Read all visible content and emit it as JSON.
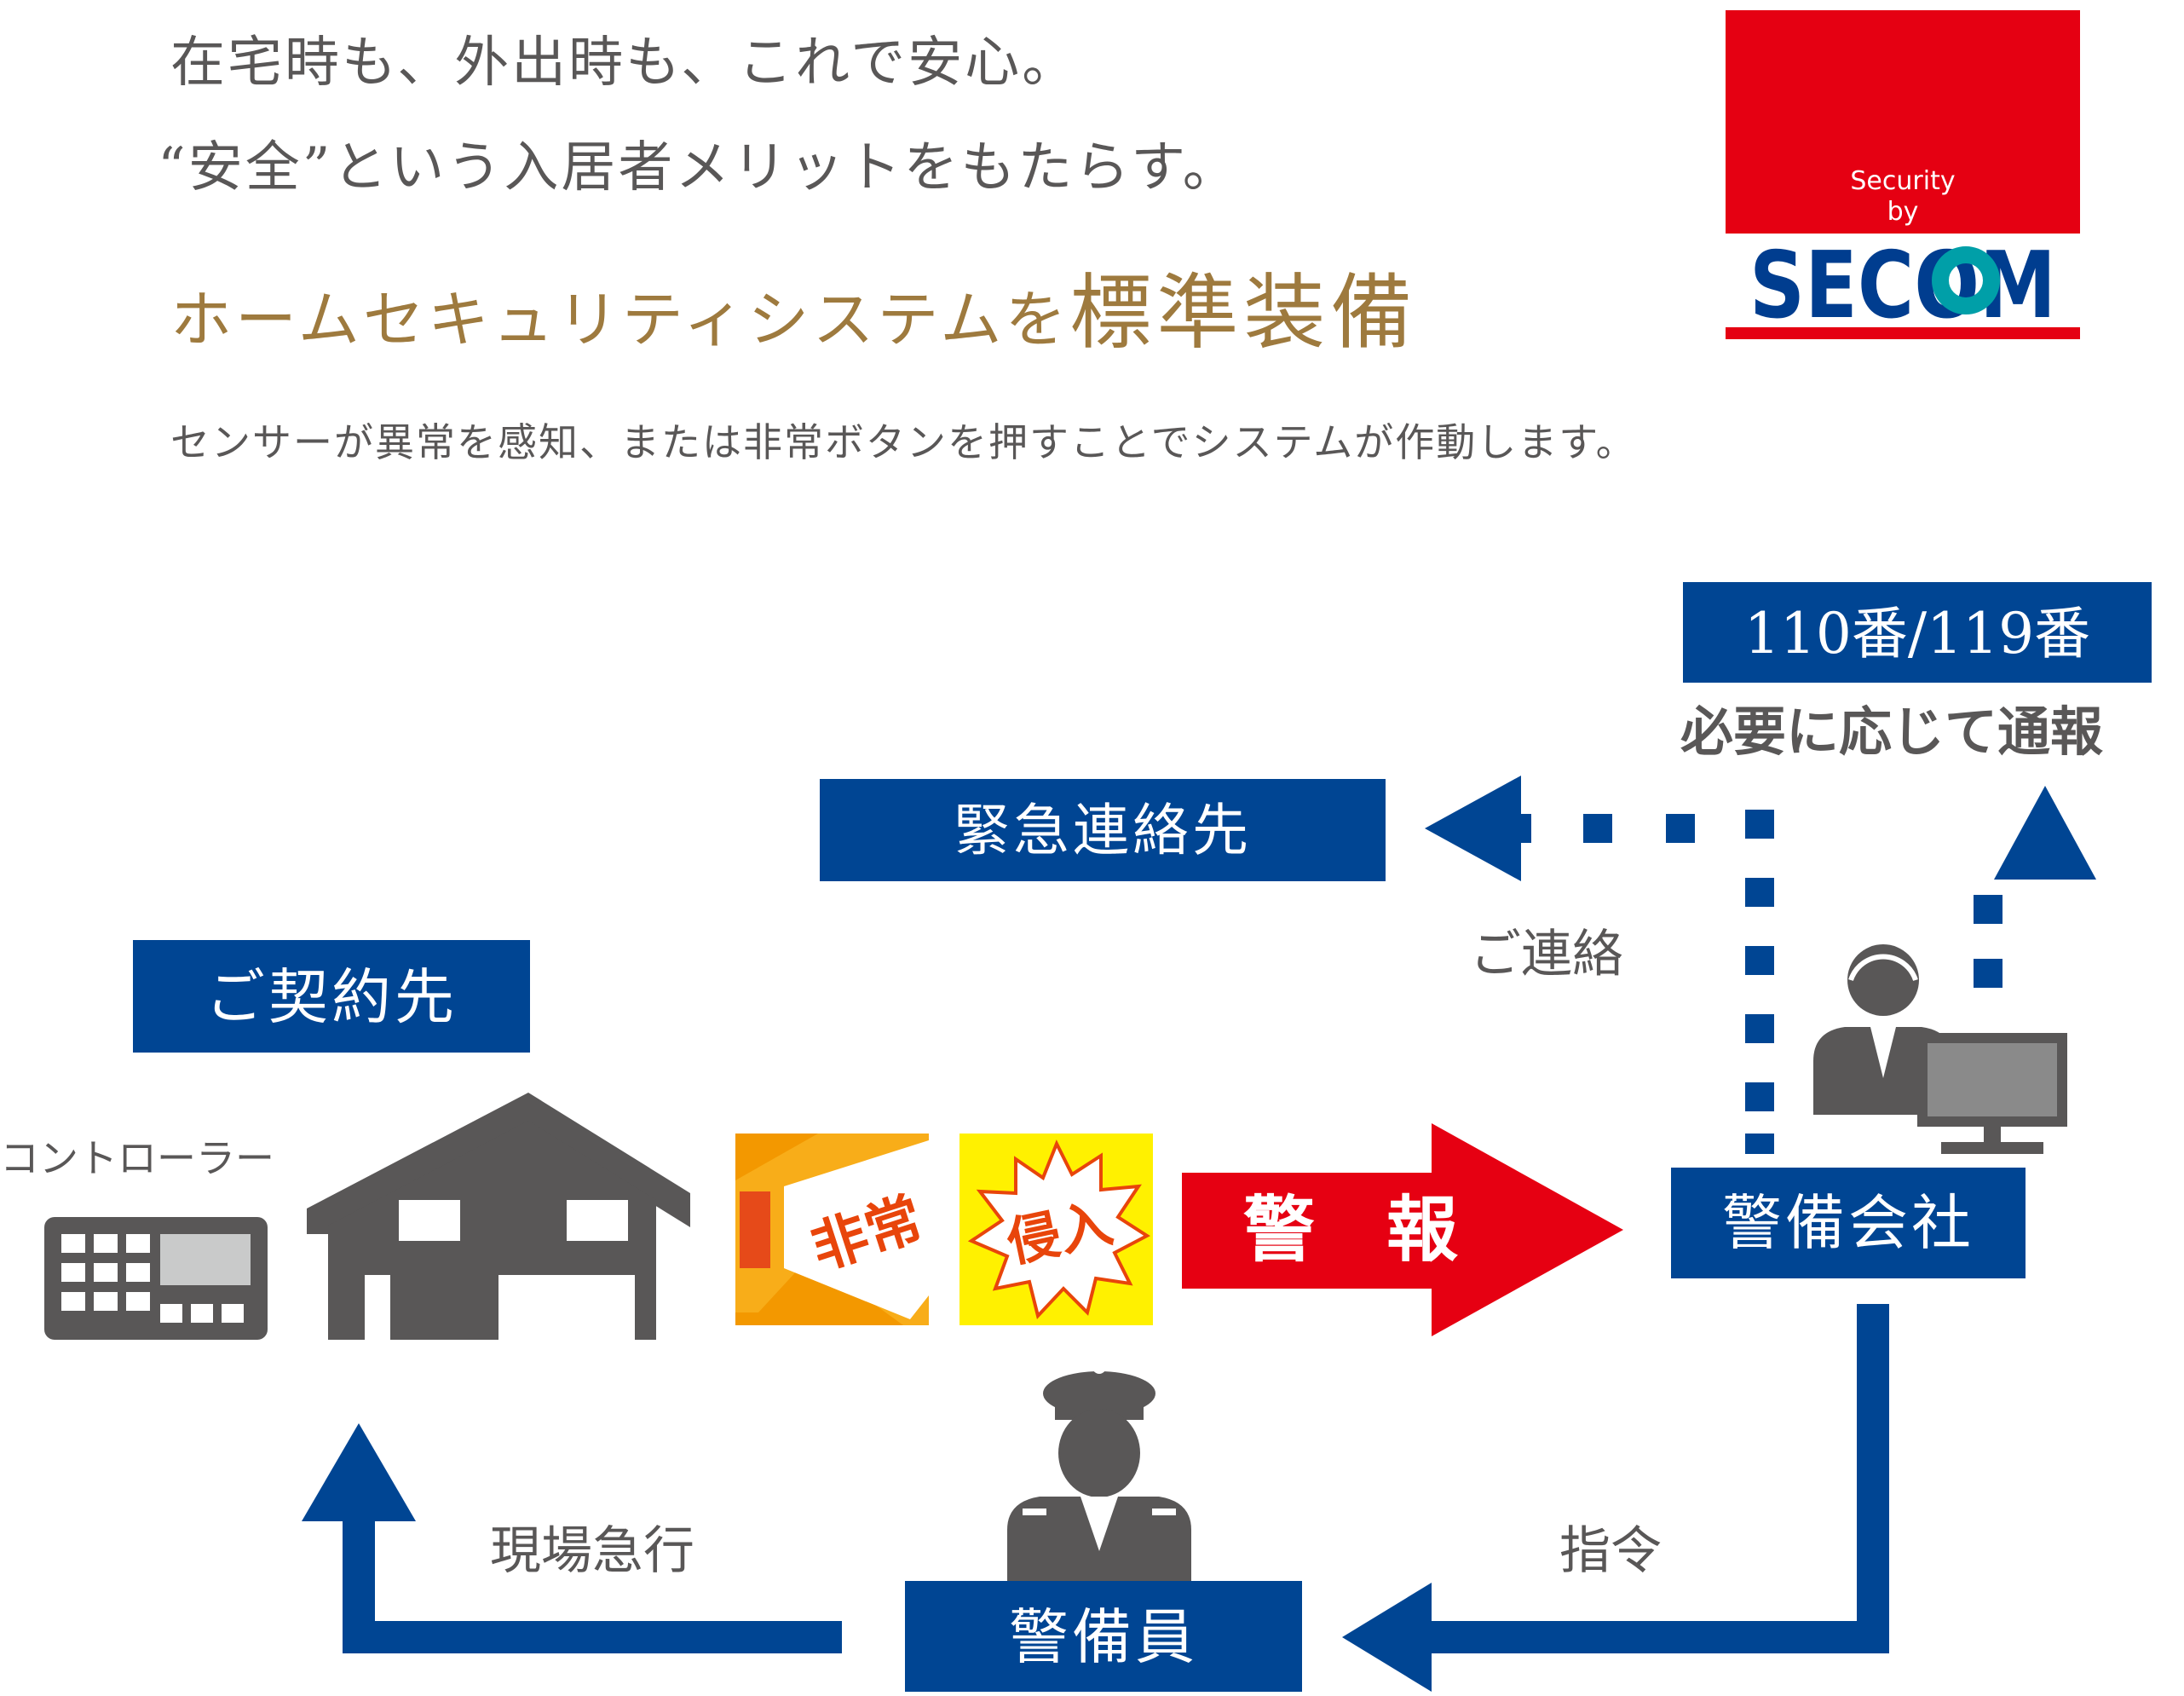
{
  "header": {
    "line1": "在宅時も、外出時も、これで安心。",
    "line2": "“安全”という入居者メリットをもたらす。",
    "headline_small": "ホームセキュリティシステムを",
    "headline_large": "標準装備",
    "subtitle": "センサーが異常を感知、または非常ボタンを押すことでシステムが作動します。"
  },
  "logo": {
    "top_text_1": "Security",
    "top_text_2": "by",
    "brand": "SECOM",
    "colors": {
      "red": "#E50012",
      "blue": "#003D8F",
      "teal": "#009FA8"
    }
  },
  "nodes": {
    "police_fire": "110番/119番",
    "as_needed": "必要に応じて通報",
    "emergency_contact": "緊急連絡先",
    "contractor": "ご契約先",
    "controller": "コントローラー",
    "security_company": "警備会社",
    "guard": "警備員"
  },
  "badges": {
    "emergency": "非常",
    "intrusion": "侵入"
  },
  "flow_labels": {
    "alarm": "警　報",
    "contact": "ご連絡",
    "dispatch": "現場急行",
    "command": "指令"
  },
  "colors": {
    "navy": "#004593",
    "red": "#E60012",
    "gold": "#9E7A3E",
    "gray": "#595757",
    "orange": "#F08300",
    "yellow": "#FFF100"
  }
}
